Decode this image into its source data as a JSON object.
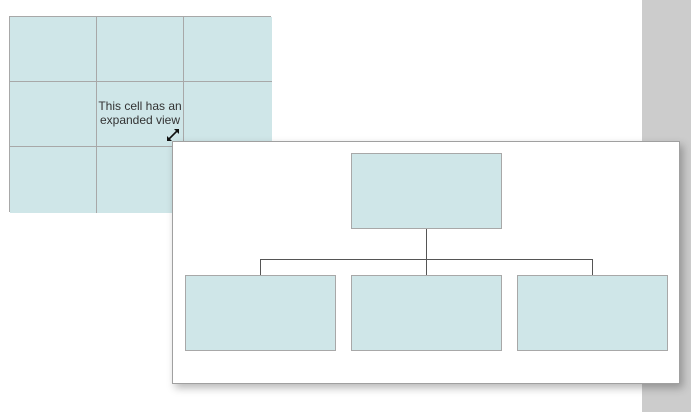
{
  "colors": {
    "cell_fill": "#cfe6e8",
    "cell_border": "#a8a8a8",
    "connector": "#555555",
    "sidebar": "#cccccc",
    "popup_bg": "#ffffff"
  },
  "grid": {
    "rows": 3,
    "columns": 3,
    "center_cell_text": "This cell has an\nexpanded view",
    "expand_icon": "expand-diagonal-arrow-icon"
  },
  "expanded_view": {
    "type": "org-chart",
    "root": {
      "label": ""
    },
    "children": [
      {
        "label": ""
      },
      {
        "label": ""
      },
      {
        "label": ""
      }
    ]
  }
}
